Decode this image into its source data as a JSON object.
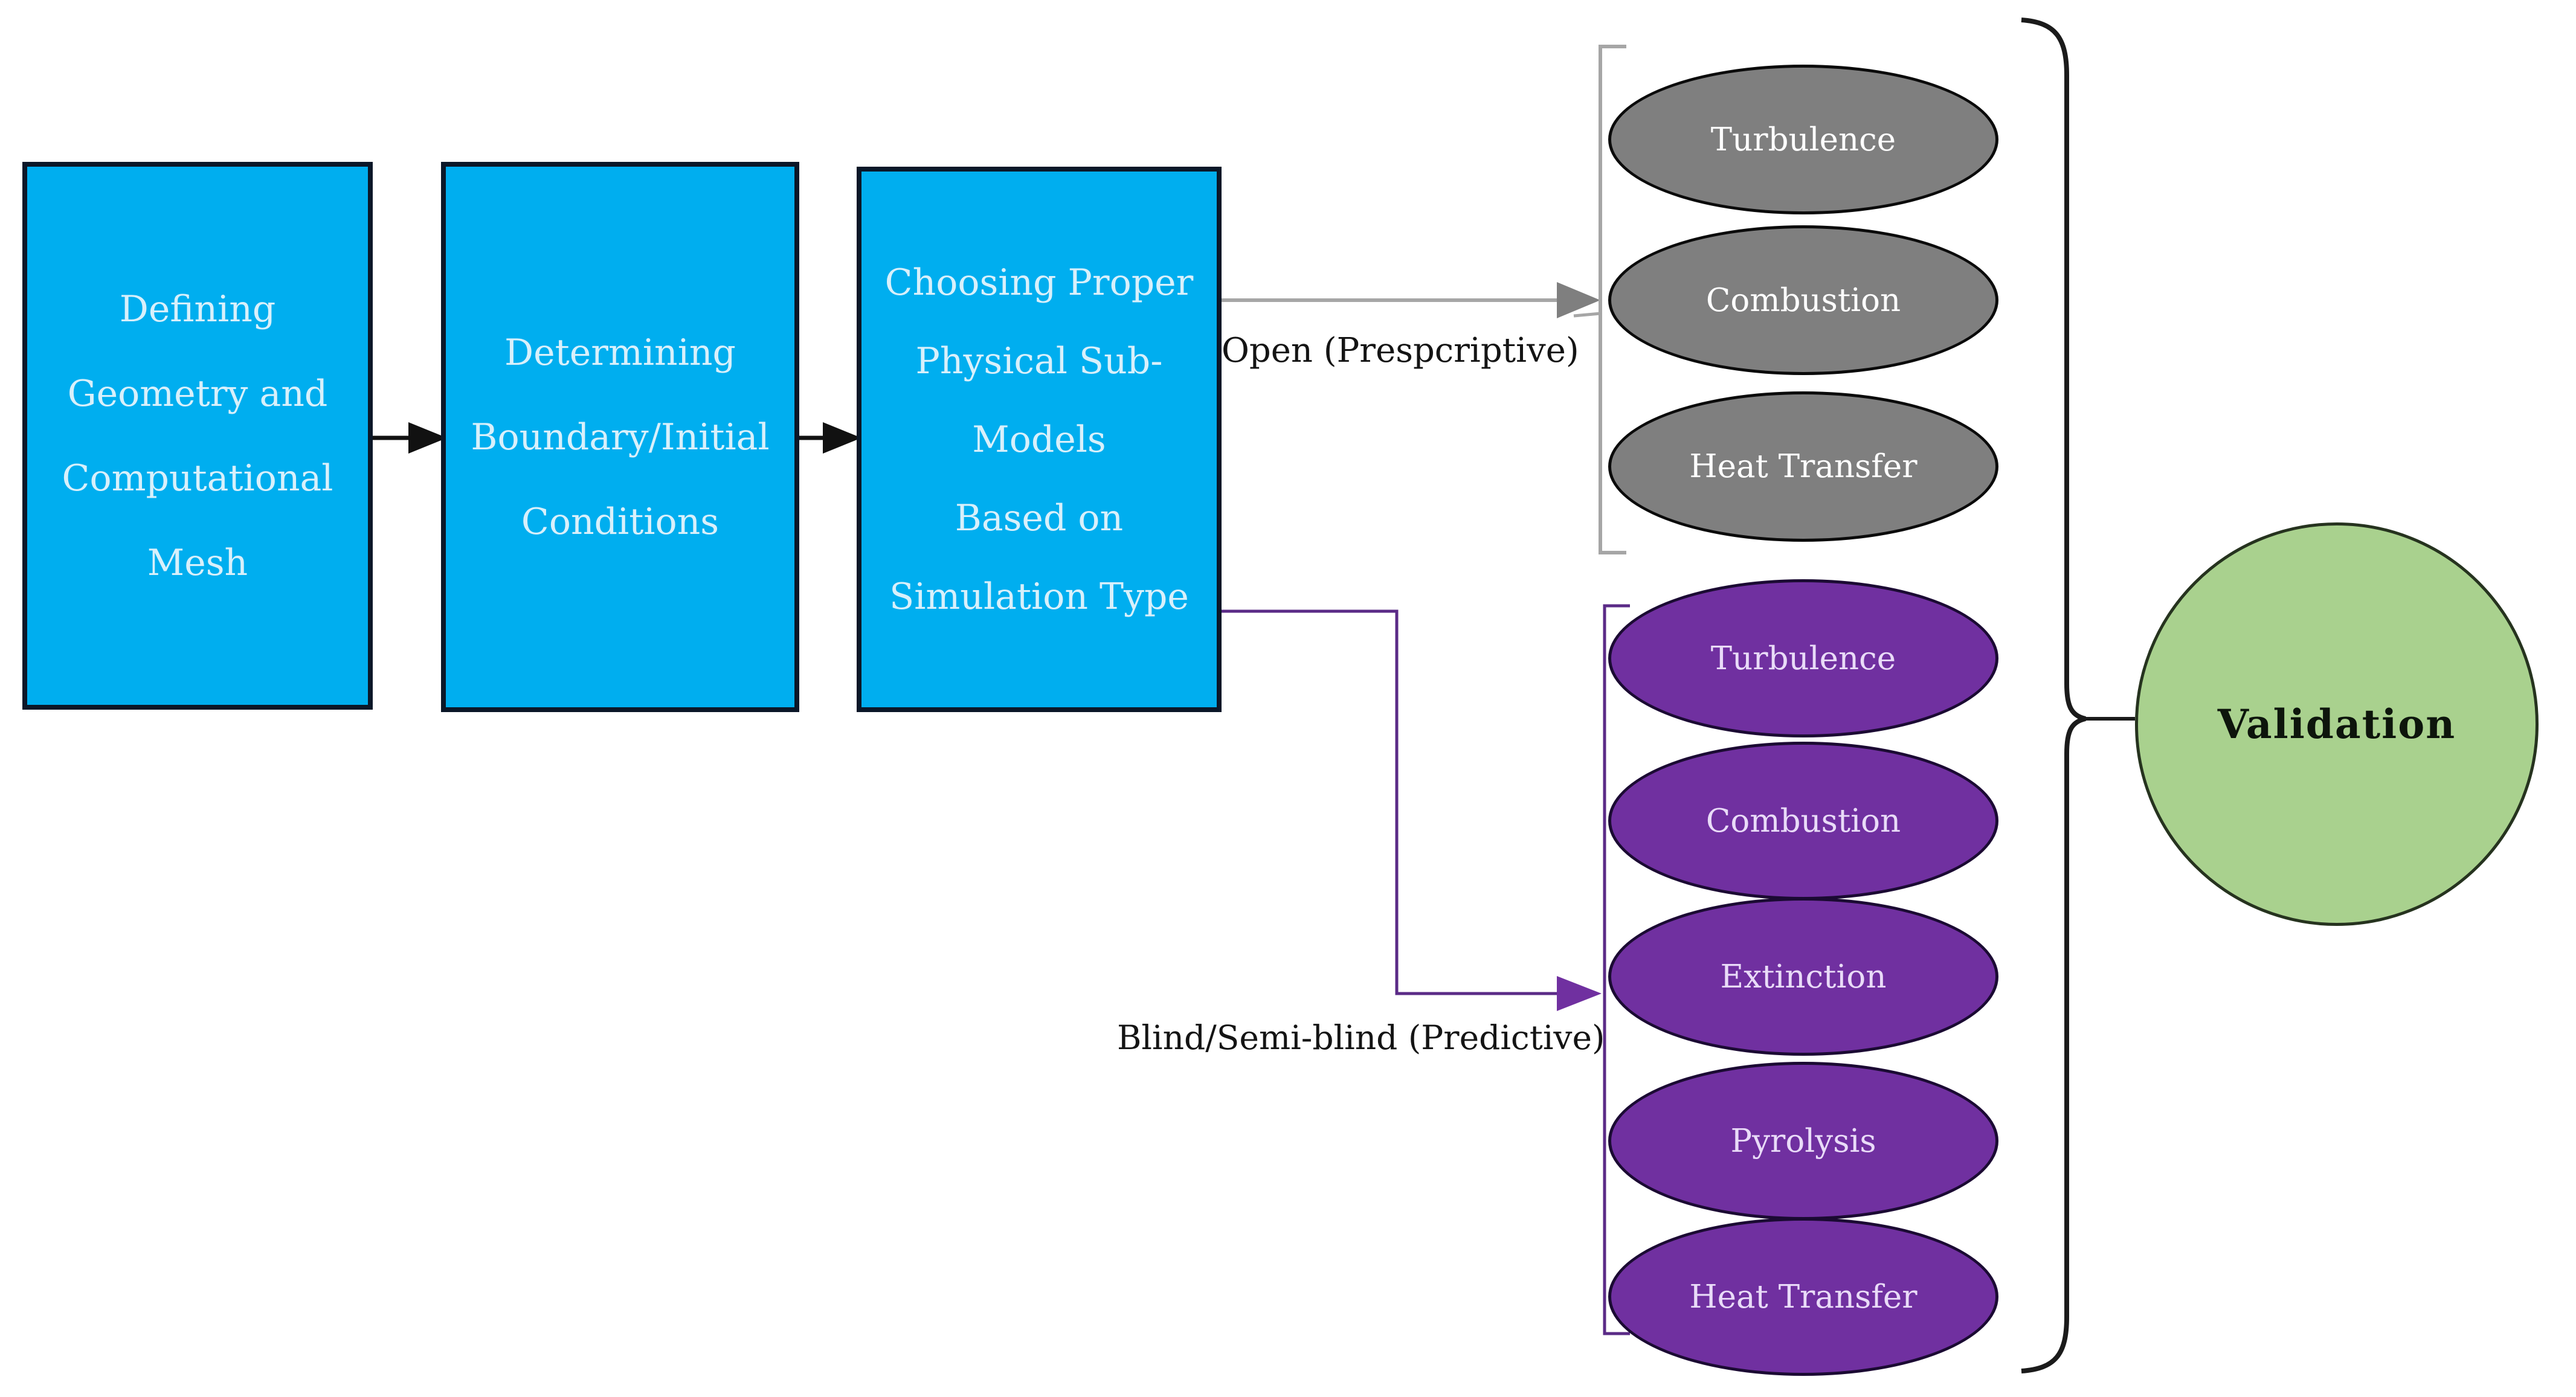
{
  "diagram": {
    "steps": [
      {
        "label": "Defining\nGeometry and\nComputational\nMesh"
      },
      {
        "label": "Determining\nBoundary/Initial\nConditions"
      },
      {
        "label": "Choosing Proper\nPhysical Sub-\nModels\nBased on\nSimulation Type"
      }
    ],
    "branches": {
      "open": {
        "label": "Open (Prespcriptive)",
        "models": [
          "Turbulence",
          "Combustion",
          "Heat Transfer"
        ]
      },
      "blind": {
        "label": "Blind/Semi-blind (Predictive)",
        "models": [
          "Turbulence",
          "Combustion",
          "Extinction",
          "Pyrolysis",
          "Heat Transfer"
        ]
      }
    },
    "validation_label": "Validation",
    "colors": {
      "step_fill": "#00AEEF",
      "step_border": "#0b1728",
      "open_fill": "#7F7F7F",
      "blind_fill": "#7030A0",
      "validation_fill": "#A9D18E",
      "open_connector": "#A6A6A6",
      "blind_connector": "#5B2B87",
      "black_arrow": "#111111"
    }
  }
}
